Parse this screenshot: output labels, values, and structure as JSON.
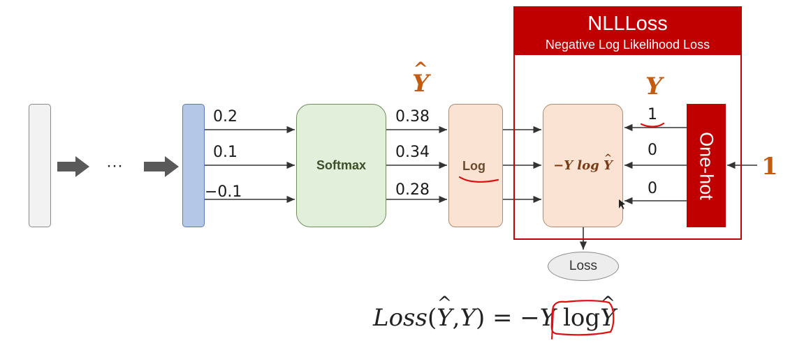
{
  "diagram": {
    "softmax_label": "Softmax",
    "log_label": "Log",
    "loss_label": "Loss",
    "ellipsis": "···",
    "logits": [
      "0.2",
      "0.1",
      "−0.1"
    ],
    "probabilities": [
      "0.38",
      "0.34",
      "0.28"
    ],
    "yhat_label": "Ŷ",
    "y_label": "Y",
    "onehot_values": [
      "1",
      "0",
      "0"
    ],
    "onehot_label": "One-hot",
    "onehot_input": "1",
    "nll": {
      "title": "NLLLoss",
      "subtitle": "Negative Log Likelihood Loss",
      "formula_prefix": "−Y log ",
      "formula_var": "Y"
    },
    "equation": {
      "loss_word": "Loss",
      "open_paren": "(",
      "hat_var": "Y",
      "comma": ",",
      "y_var": "Y",
      "close_paren": ")",
      "equals_neg": " = −",
      "y_factor": "Y",
      "log_word": "log"
    }
  },
  "colors": {
    "accent_red": "#c00000",
    "annotation_orange": "#c55a11",
    "softmax_fill": "#e2efda",
    "log_fill": "#fbe3d3",
    "logit_fill": "#b4c7e7",
    "input_fill": "#f2f2f2",
    "handwriting_red": "#e01010"
  },
  "icons": {
    "hat": "^",
    "forward_arrow": "thick-right-arrow-icon"
  }
}
